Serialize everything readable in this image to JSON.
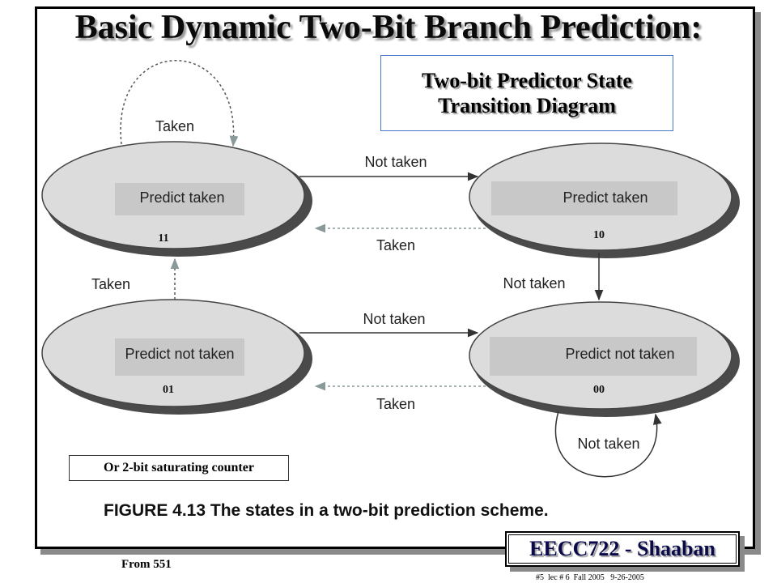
{
  "title": "Basic Dynamic Two-Bit Branch Prediction:",
  "subtitle": {
    "line1": "Two-bit Predictor State",
    "line2": "Transition Diagram"
  },
  "states": [
    {
      "id": "s11",
      "label": "Predict taken",
      "code": "11"
    },
    {
      "id": "s10",
      "label": "Predict taken",
      "code": "10"
    },
    {
      "id": "s01",
      "label": "Predict not taken",
      "code": "01"
    },
    {
      "id": "s00",
      "label": "Predict not taken",
      "code": "00"
    }
  ],
  "transitions": {
    "self_11": "Taken",
    "t11_10": "Not taken",
    "t10_11": "Taken",
    "t01_11": "Taken",
    "t10_00": "Not taken",
    "t01_00": "Not taken",
    "t00_01": "Taken",
    "self_00": "Not taken"
  },
  "note": "Or 2-bit saturating counter",
  "figure_caption": "FIGURE 4.13  The states in a two-bit prediction scheme.",
  "from_label": "From 551",
  "badge": "EECC722 - Shaaban",
  "footer": "#5  lec # 6  Fall 2005   9-26-2005"
}
